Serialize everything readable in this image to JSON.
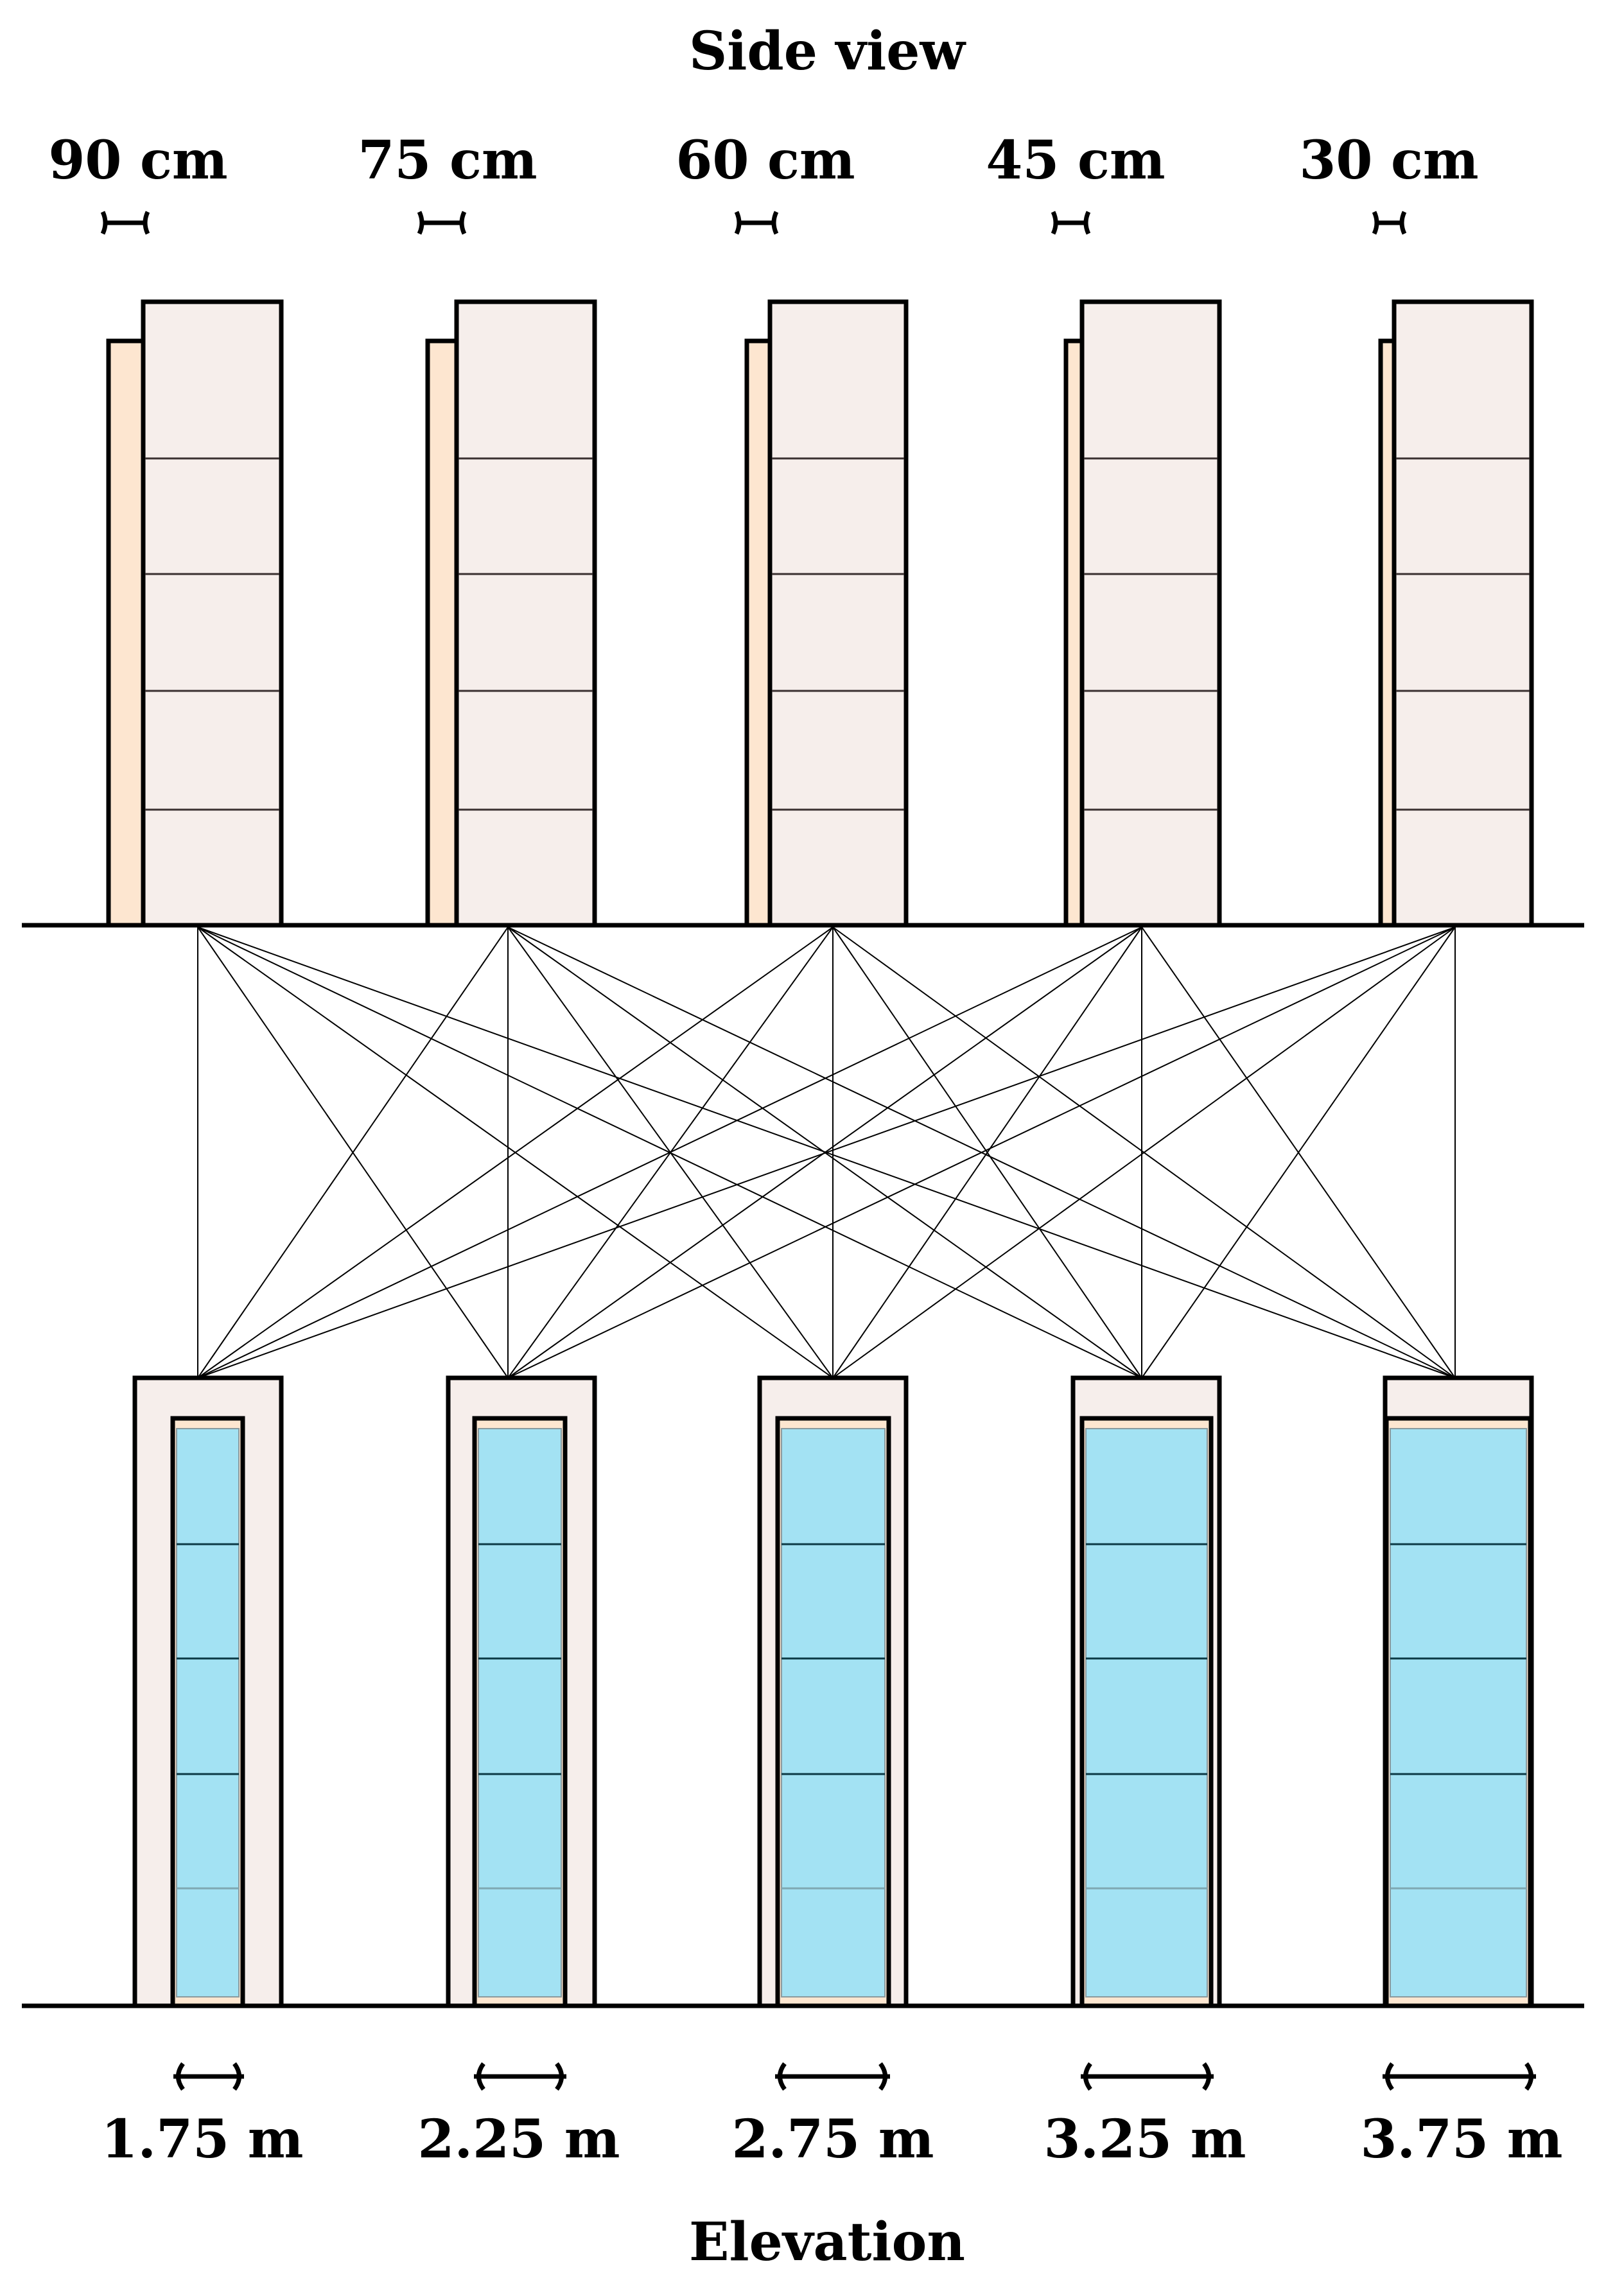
{
  "titles": {
    "top": "Side view",
    "bottom": "Elevation"
  },
  "depths": [
    "90 cm",
    "75 cm",
    "60 cm",
    "45 cm",
    "30 cm"
  ],
  "widths": [
    "1.75 m",
    "2.25 m",
    "2.75 m",
    "3.25 m",
    "3.75 m"
  ],
  "colors": {
    "facade": "#f6eeeb",
    "balcony": "#fde6d0",
    "glass": "#a3e2f3",
    "line": "#000000"
  },
  "icons": {
    "depth_marker": "narrow-dimension-icon",
    "width_marker": "double-arrow-icon"
  }
}
